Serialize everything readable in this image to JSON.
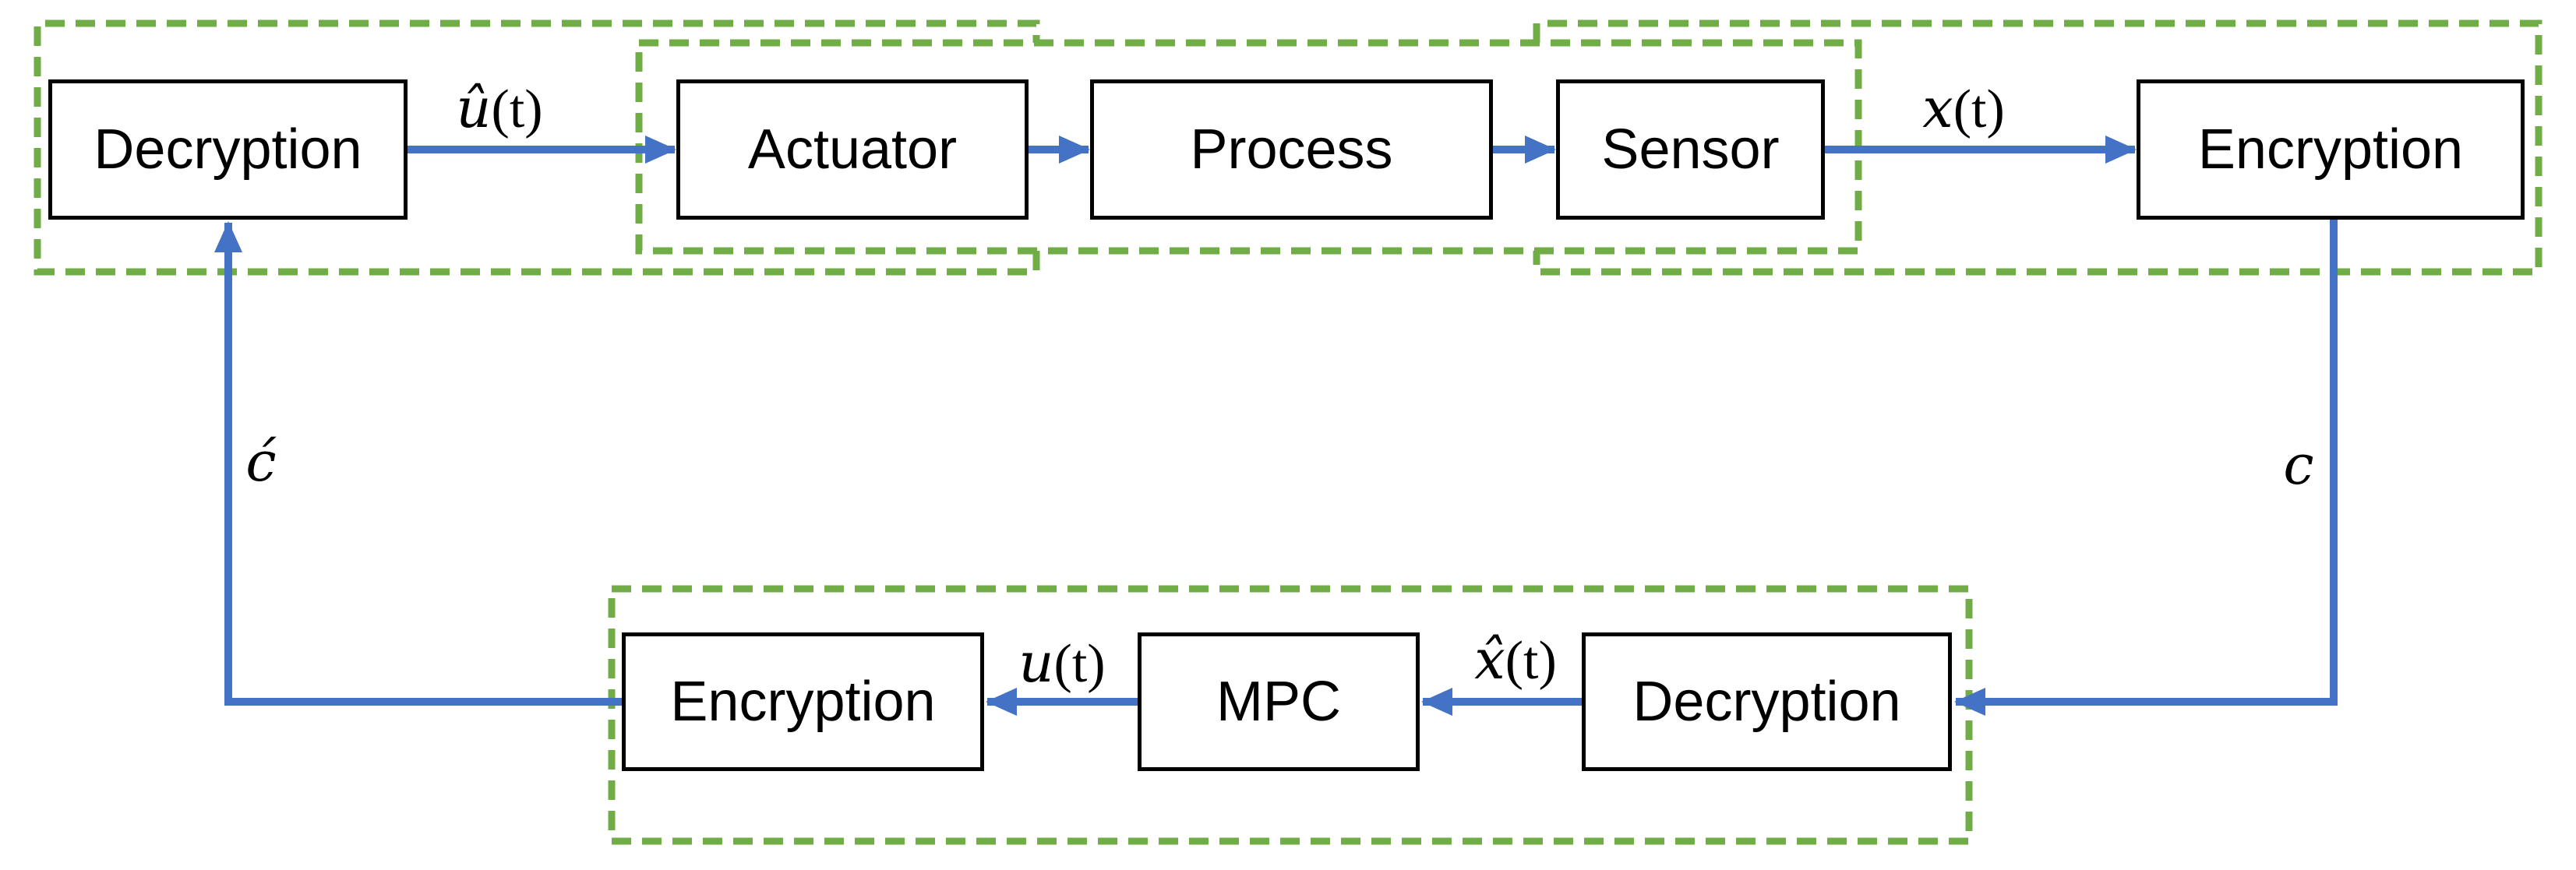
{
  "colors": {
    "background": "#FFFFFF",
    "group_dash_green": "#70AD47",
    "arrow_blue": "#4472C4",
    "node_border_black": "#000000",
    "text_black": "#000000"
  },
  "nodes": {
    "decryption_top": {
      "label": "Decryption"
    },
    "actuator": {
      "label": "Actuator"
    },
    "process": {
      "label": "Process"
    },
    "sensor": {
      "label": "Sensor"
    },
    "encryption_top": {
      "label": "Encryption"
    },
    "encryption_bottom": {
      "label": "Encryption"
    },
    "mpc": {
      "label": "MPC"
    },
    "decryption_bottom": {
      "label": "Decryption"
    }
  },
  "signals": {
    "u_hat": {
      "var": "û",
      "arg": "(t)"
    },
    "x": {
      "var": "x",
      "arg": "(t)"
    },
    "c": {
      "var": "c",
      "arg": ""
    },
    "x_hat": {
      "var": "x̂",
      "arg": "(t)"
    },
    "u": {
      "var": "u",
      "arg": "(t)"
    },
    "c_acute": {
      "var": "ć",
      "arg": ""
    }
  },
  "groups": {
    "actuator_side": {
      "members": [
        "Decryption",
        "Actuator"
      ],
      "style": "green dashed box, top left"
    },
    "plant": {
      "members": [
        "Actuator",
        "Process",
        "Sensor"
      ],
      "style": "green dashed box, top middle"
    },
    "sensor_side": {
      "members": [
        "Sensor",
        "Encryption"
      ],
      "style": "green dashed box, top right"
    },
    "controller": {
      "members": [
        "Encryption",
        "MPC",
        "Decryption"
      ],
      "style": "green dashed box, bottom"
    }
  },
  "flows": [
    {
      "from": "decryption_top",
      "to": "actuator",
      "signal": "û(t)"
    },
    {
      "from": "actuator",
      "to": "process",
      "signal": ""
    },
    {
      "from": "process",
      "to": "sensor",
      "signal": ""
    },
    {
      "from": "sensor",
      "to": "encryption_top",
      "signal": "x(t)"
    },
    {
      "from": "encryption_top",
      "to": "decryption_bottom",
      "signal": "c"
    },
    {
      "from": "decryption_bottom",
      "to": "mpc",
      "signal": "x̂(t)"
    },
    {
      "from": "mpc",
      "to": "encryption_bottom",
      "signal": "u(t)"
    },
    {
      "from": "encryption_bottom",
      "to": "decryption_top",
      "signal": "ć"
    }
  ]
}
